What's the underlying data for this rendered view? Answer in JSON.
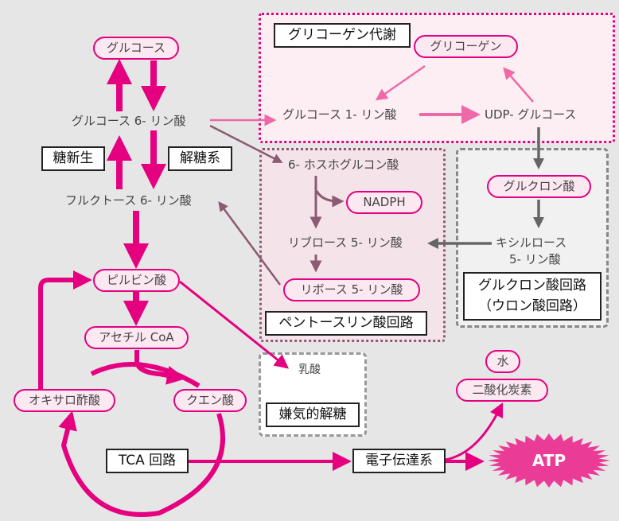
{
  "title": "糖代謝の全体像",
  "colors": {
    "background": "#e6e6e6",
    "main_pink": "#e4007f",
    "light_pink": "#ee6aa7",
    "mauve": "#8c5a72",
    "gray": "#666666",
    "atp_fill": "#ea3c96"
  },
  "regions": {
    "glycogen": "グリコーゲン代謝",
    "pentose": "ペントースリン酸回路",
    "glucuronic": [
      "グルクロン酸回路",
      "（ウロン酸回路）"
    ],
    "anaerobic": "嫌気的解糖"
  },
  "labels": {
    "gluconeogenesis": "糖新生",
    "glycolysis": "解糖系",
    "tca": "TCA 回路",
    "etc": "電子伝達系"
  },
  "nodes": {
    "glucose": "グルコース",
    "g6p": "グルコース 6- リン酸",
    "f6p": "フルクトース 6- リン酸",
    "pyruvate": "ピルビン酸",
    "acetyl_coa": "アセチル CoA",
    "oxaloacetate": "オキサロ酢酸",
    "citrate": "クエン酸",
    "glycogen": "グリコーゲン",
    "g1p": "グルコース 1- リン酸",
    "udp_glucose": "UDP- グルコース",
    "phosphogluconate": "6- ホスホグルコン酸",
    "nadph": "NADPH",
    "ribulose5p": "リブロース 5- リン酸",
    "ribose5p": "リボース 5- リン酸",
    "glucuronic_acid": "グルクロン酸",
    "xylulose5p": [
      "キシルロース",
      "5- リン酸"
    ],
    "lactate": "乳酸",
    "water": "水",
    "co2": "二酸化炭素",
    "atp": "ATP"
  }
}
